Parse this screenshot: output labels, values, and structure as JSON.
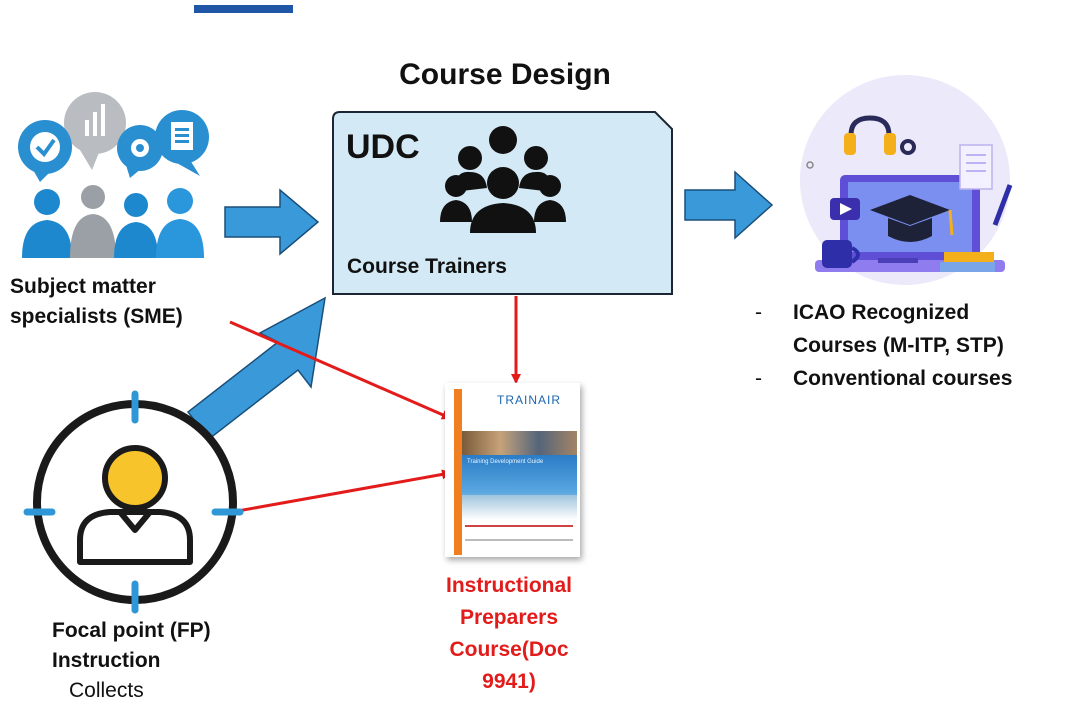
{
  "title": "Course Design",
  "udc": {
    "label": "UDC",
    "trainers_label": "Course Trainers"
  },
  "sme": {
    "line1": "Subject matter",
    "line2": "specialists (SME)"
  },
  "focal_point": {
    "line1": "Focal point (FP)",
    "line2": "Instruction",
    "line3": "Collects"
  },
  "instructional_course": {
    "line1": "Instructional",
    "line2": "Preparers",
    "line3": "Course(Doc",
    "line4": "9941)"
  },
  "outcomes": {
    "bullet": "-",
    "item1_line1": "ICAO Recognized",
    "item1_line2": "Courses (M-ITP, STP)",
    "item2": "Conventional courses"
  },
  "doc_cover": {
    "brand": "TRAINAIR",
    "heading": "Training Development Guide"
  },
  "colors": {
    "udc_fill": "#d3e9f5",
    "blue_arrow": "#3a9ad9",
    "red_arrow": "#e31b1b",
    "target_blue": "#2f97d5",
    "person_yellow": "#f7c52b",
    "header_bar": "#1f56a6"
  },
  "icons": [
    "speech-bubbles-people-icon",
    "group-people-icon",
    "target-person-icon",
    "e-learning-laptop-icon",
    "document-cover-icon"
  ]
}
